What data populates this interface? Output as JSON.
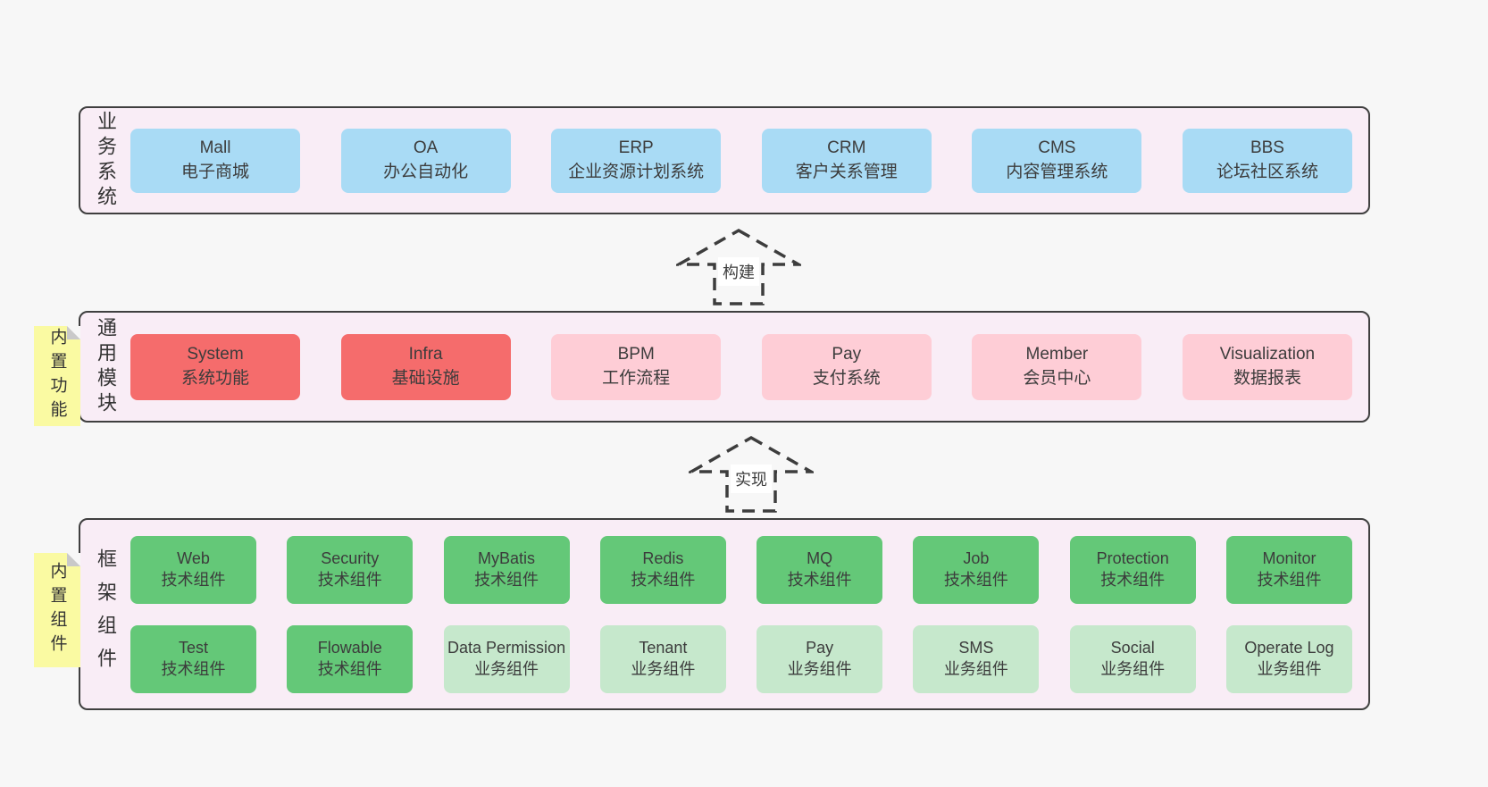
{
  "colors": {
    "page_bg": "#f7f7f7",
    "band_bg": "#f9edf6",
    "band_border": "#3f3f3f",
    "blue": "#a9dbf5",
    "red": "#f56c6c",
    "pink": "#fecdd6",
    "green": "#64c878",
    "green_light": "#c6e8cc",
    "sticky_yellow": "#fafaa2"
  },
  "arrows": [
    {
      "label": "构建"
    },
    {
      "label": "实现"
    }
  ],
  "bands": [
    {
      "label": "业务系统",
      "boxes": [
        {
          "name": "Mall",
          "desc": "电子商城"
        },
        {
          "name": "OA",
          "desc": "办公自动化"
        },
        {
          "name": "ERP",
          "desc": "企业资源计划系统"
        },
        {
          "name": "CRM",
          "desc": "客户关系管理"
        },
        {
          "name": "CMS",
          "desc": "内容管理系统"
        },
        {
          "name": "BBS",
          "desc": "论坛社区系统"
        }
      ]
    },
    {
      "label": "通用模块",
      "sticky": "内置功能",
      "boxes": [
        {
          "name": "System",
          "desc": "系统功能"
        },
        {
          "name": "Infra",
          "desc": "基础设施"
        },
        {
          "name": "BPM",
          "desc": "工作流程"
        },
        {
          "name": "Pay",
          "desc": "支付系统"
        },
        {
          "name": "Member",
          "desc": "会员中心"
        },
        {
          "name": "Visualization",
          "desc": "数据报表"
        }
      ]
    },
    {
      "label": "框架组件",
      "sticky": "内置组件",
      "rows": [
        [
          {
            "name": "Web",
            "desc": "技术组件"
          },
          {
            "name": "Security",
            "desc": "技术组件"
          },
          {
            "name": "MyBatis",
            "desc": "技术组件"
          },
          {
            "name": "Redis",
            "desc": "技术组件"
          },
          {
            "name": "MQ",
            "desc": "技术组件"
          },
          {
            "name": "Job",
            "desc": "技术组件"
          },
          {
            "name": "Protection",
            "desc": "技术组件"
          },
          {
            "name": "Monitor",
            "desc": "技术组件"
          }
        ],
        [
          {
            "name": "Test",
            "desc": "技术组件"
          },
          {
            "name": "Flowable",
            "desc": "技术组件"
          },
          {
            "name": "Data Permission",
            "desc": "业务组件"
          },
          {
            "name": "Tenant",
            "desc": "业务组件"
          },
          {
            "name": "Pay",
            "desc": "业务组件"
          },
          {
            "name": "SMS",
            "desc": "业务组件"
          },
          {
            "name": "Social",
            "desc": "业务组件"
          },
          {
            "name": "Operate Log",
            "desc": "业务组件"
          }
        ]
      ]
    }
  ]
}
